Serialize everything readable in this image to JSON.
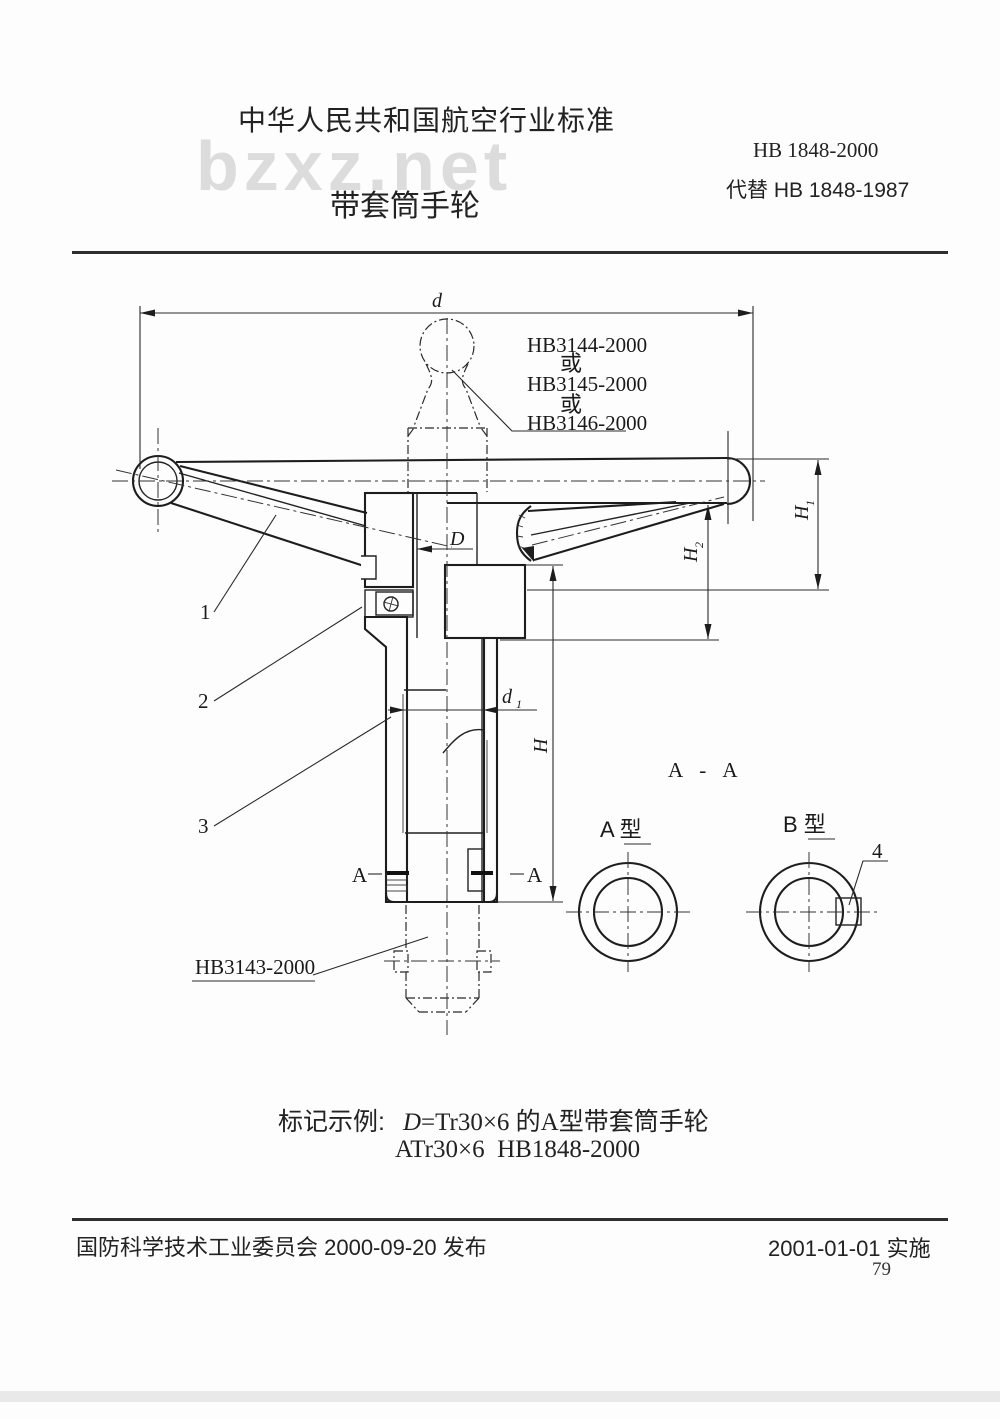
{
  "header": {
    "standard_name": "中华人民共和国航空行业标准",
    "standard_no": "HB 1848-2000",
    "replaces": "代替 HB 1848-1987",
    "title": "带套筒手轮",
    "watermark": "bzxz.net"
  },
  "drawing": {
    "dim_d": "d",
    "dim_D": "D",
    "dim_d1_base": "d",
    "dim_d1_sub": "1",
    "dim_H": "H",
    "dim_H1_base": "H",
    "dim_H1_sub": "1",
    "dim_H2_base": "H",
    "dim_H2_sub": "2",
    "knob_refs": [
      "HB3144-2000",
      "或",
      "HB3145-2000",
      "或",
      "HB3146-2000"
    ],
    "stud_ref": "HB3143-2000",
    "part_labels": {
      "p1": "1",
      "p2": "2",
      "p3": "3",
      "p4": "4"
    },
    "section_cut_left": "A",
    "section_cut_right": "A",
    "section_title": "A - A",
    "type_a_label": "A 型",
    "type_b_label": "B 型"
  },
  "example": {
    "prefix": "标记示例:",
    "designation_var": "D",
    "line1_rest": "=Tr30×6 的A型带套筒手轮",
    "line2": "ATr30×6  HB1848-2000"
  },
  "footer": {
    "published": "国防科学技术工业委员会 2000-09-20 发布",
    "implemented": "2001-01-01 实施",
    "page_number": "79"
  }
}
